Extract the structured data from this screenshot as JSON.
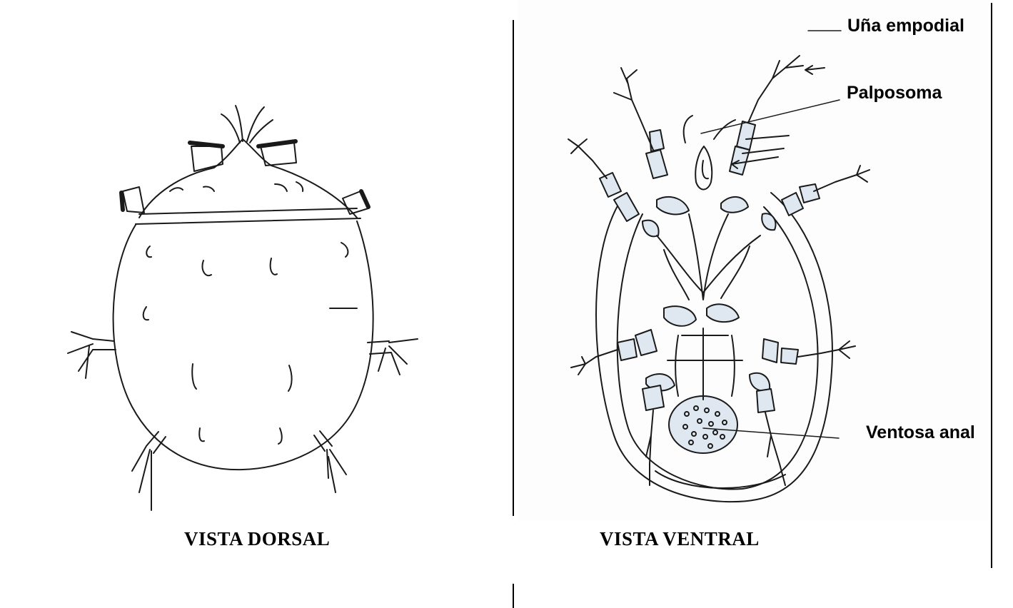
{
  "captions": {
    "dorsal": "VISTA DORSAL",
    "ventral": "VISTA VENTRAL"
  },
  "labels": {
    "empodial_claw": "Uña empodial",
    "palposoma": "Palposoma",
    "anal_sucker": "Ventosa anal"
  },
  "colors": {
    "ink": "#1a1a1a",
    "fill": "#dfe8f0",
    "background": "#ffffff"
  }
}
